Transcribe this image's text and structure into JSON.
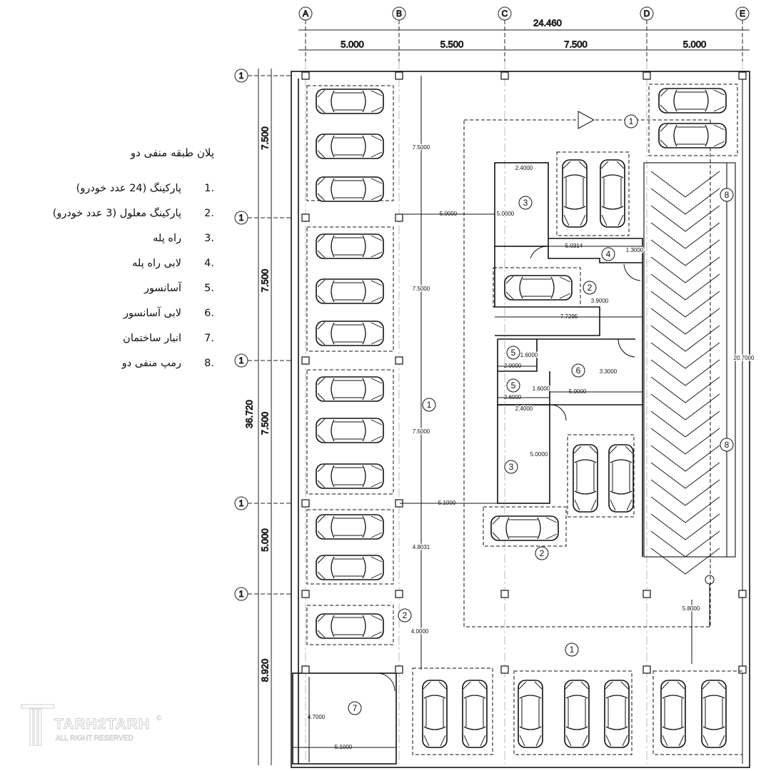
{
  "legend": {
    "title": "پلان طبقه منفی دو",
    "items": [
      {
        "num": "1.",
        "text": "پارکینگ (24 عدد خودرو)"
      },
      {
        "num": "2.",
        "text": "پارکینگ معلول (3 عدد خودرو)"
      },
      {
        "num": "3.",
        "text": "راه پله"
      },
      {
        "num": "4.",
        "text": "لابی راه پله"
      },
      {
        "num": "5.",
        "text": "آسانسور"
      },
      {
        "num": "6.",
        "text": "لابی آسانسور"
      },
      {
        "num": "7.",
        "text": "انبار ساختمان"
      },
      {
        "num": "8.",
        "text": "رمپ منفی دو"
      }
    ]
  },
  "grid": {
    "columns": [
      "A",
      "B",
      "C",
      "D",
      "E"
    ],
    "rows": [
      "1",
      "1",
      "1",
      "1",
      "1"
    ],
    "overall_width": "24.460",
    "column_spacings": [
      "5.000",
      "5.500",
      "7.500",
      "5.000"
    ],
    "overall_depth": "36.720",
    "row_spacings": [
      "7.500",
      "7.500",
      "7.500",
      "5.000",
      "8.920"
    ]
  },
  "room_tags": [
    "1",
    "1",
    "1",
    "2",
    "2",
    "2",
    "3",
    "3",
    "4",
    "5",
    "5",
    "6",
    "7",
    "8",
    "8"
  ],
  "dimensions": [
    "7.5000",
    "7.5000",
    "7.5000",
    "4.8031",
    "4.0000",
    "5.0000",
    "5.1000",
    "2.4000",
    "5.0000",
    "5.0314",
    "1.3000",
    "3.9000",
    "7.7295",
    "1.6000",
    "2.0000",
    "1.6000",
    "2.6000",
    "3.3000",
    "5.0000",
    "2.4000",
    "5.0000",
    "20.7000",
    "5.8000",
    "4.7000",
    "5.1000"
  ],
  "watermark": {
    "brand": "TARH2TARH",
    "sub": "ALL RIGHT RESERVED",
    "copyright": "©"
  }
}
